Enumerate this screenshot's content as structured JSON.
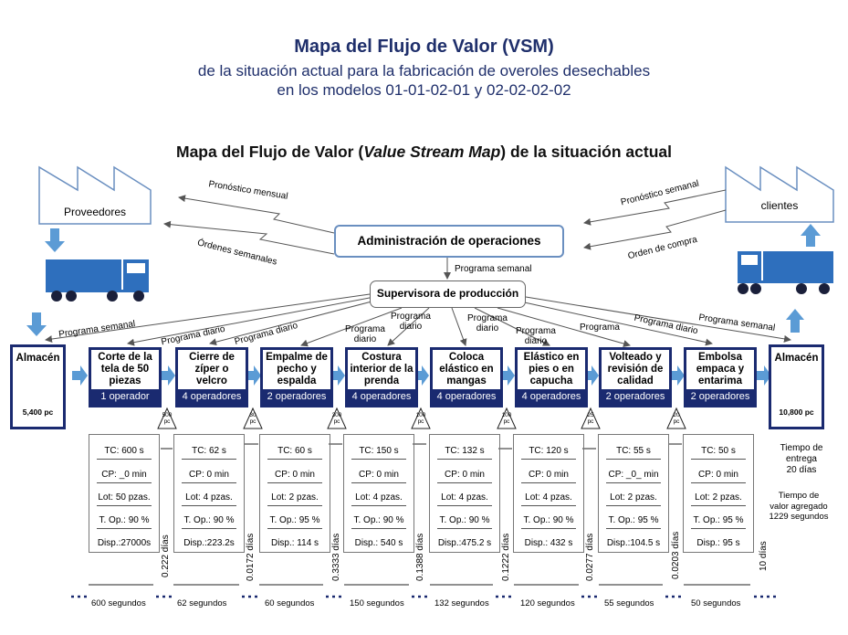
{
  "titles": {
    "main": "Mapa del Flujo de Valor (VSM)",
    "line1": "de la situación actual para la fabricación de overoles desechables",
    "line2": "en los modelos 01-01-02-01 y 02-02-02-02",
    "section_pre": "Mapa del Flujo de Valor (",
    "section_italic": "Value Stream Map",
    "section_post": ") de la situación actual"
  },
  "supplier": "Proveedores",
  "customer": "clientes",
  "admin": "Administración de operaciones",
  "supervisor": "Supervisora de producción",
  "info_flows": {
    "forecast_monthly": "Pronóstico mensual",
    "orders_weekly": "Órdenes semanales",
    "forecast_weekly": "Pronóstico semanal",
    "purchase_order": "Orden de compra",
    "weekly_program": "Programa semanal",
    "daily_program": "Programa diario",
    "daily_program_2l_1": "Programa",
    "daily_program_2l_2": "diario"
  },
  "warehouse_start": {
    "name": "Almacén",
    "qty": "5,400 pc"
  },
  "warehouse_end": {
    "name": "Almacén",
    "qty": "10,800 pc"
  },
  "processes": [
    {
      "name": "Corte de la tela de 50 piezas",
      "ops": "1 operador",
      "tc": "TC: 600 s",
      "cp": "CP: _0 min",
      "lot": "Lot: 50 pzas.",
      "top": "T. Op.: 90 %",
      "disp": "Disp.:27000s",
      "seconds": "600 segundos"
    },
    {
      "name": "Cierre de zíper o velcro",
      "ops": "4 operadores",
      "tc": "TC: 62 s",
      "cp": "CP:   0 min",
      "lot": "Lot: 4 pzas.",
      "top": "T. Op.: 90 %",
      "disp": "Disp.:223.2s",
      "seconds": "62  segundos"
    },
    {
      "name": "Empalme de pecho y espalda",
      "ops": "2 operadores",
      "tc": "TC: 60 s",
      "cp": "CP:   0 min",
      "lot": "Lot: 2 pzas.",
      "top": "T. Op.: 95 %",
      "disp": "Disp.: 114 s",
      "seconds": "60 segundos"
    },
    {
      "name": "Costura interior de la prenda",
      "ops": "4 operadores",
      "tc": "TC: 150 s",
      "cp": "CP:   0 min",
      "lot": "Lot: 4 pzas.",
      "top": "T. Op.: 90 %",
      "disp": "Disp.:  540 s",
      "seconds": "150 segundos"
    },
    {
      "name": "Coloca elástico en mangas",
      "ops": "4 operadores",
      "tc": "TC: 132 s",
      "cp": "CP:   0 min",
      "lot": "Lot: 4 pzas.",
      "top": "T. Op.: 90 %",
      "disp": "Disp.:475.2 s",
      "seconds": "132 segundos"
    },
    {
      "name": "Elástico en pies o en capucha",
      "ops": "4 operadores",
      "tc": "TC: 120 s",
      "cp": "CP:   0 min",
      "lot": "Lot: 4 pzas.",
      "top": "T. Op.: 90 %",
      "disp": "Disp.: 432 s",
      "seconds": "120 segundos"
    },
    {
      "name": "Volteado y revisión de calidad",
      "ops": "2 operadores",
      "tc": "TC: 55 s",
      "cp": "CP: _0_ min",
      "lot": "Lot: 2 pzas.",
      "top": "T. Op.: 95 %",
      "disp": "Disp.:104.5 s",
      "seconds": "55  segundos"
    },
    {
      "name": "Embolsa empaca y entarima",
      "ops": "2 operadores",
      "tc": "TC: 50 s",
      "cp": "CP:   0   min",
      "lot": "Lot: 2 pzas.",
      "top": "T. Op.: 95 %",
      "disp": "Disp.: 95 s",
      "seconds": "50 segundos"
    }
  ],
  "inventories": [
    {
      "qty": "500",
      "unit": "pc",
      "days": "0.222 días"
    },
    {
      "qty": "30",
      "unit": "pc",
      "days": "0.0172 días"
    },
    {
      "qty": "300",
      "unit": "pc",
      "days": "0.3333 días"
    },
    {
      "qty": "100",
      "unit": "pc",
      "days": "0.1388 días"
    },
    {
      "qty": "100",
      "unit": "pc",
      "days": "0.1222 días"
    },
    {
      "qty": "25",
      "unit": "pc",
      "days": "0.0277 días"
    },
    {
      "qty": "20",
      "unit": "pc",
      "days": "0.0203 días"
    }
  ],
  "end_days": "10 días",
  "summary": {
    "lead_1": "Tiempo de",
    "lead_2": "entrega",
    "lead_3": "20 días",
    "va_1": "Tiempo de",
    "va_2": "valor agregado",
    "va_3": "1229 segundos"
  },
  "colors": {
    "navy": "#1a2a70",
    "arrow_blue": "#5b9bd5",
    "truck_blue": "#2e6fbd",
    "title": "#1f2f6b"
  }
}
